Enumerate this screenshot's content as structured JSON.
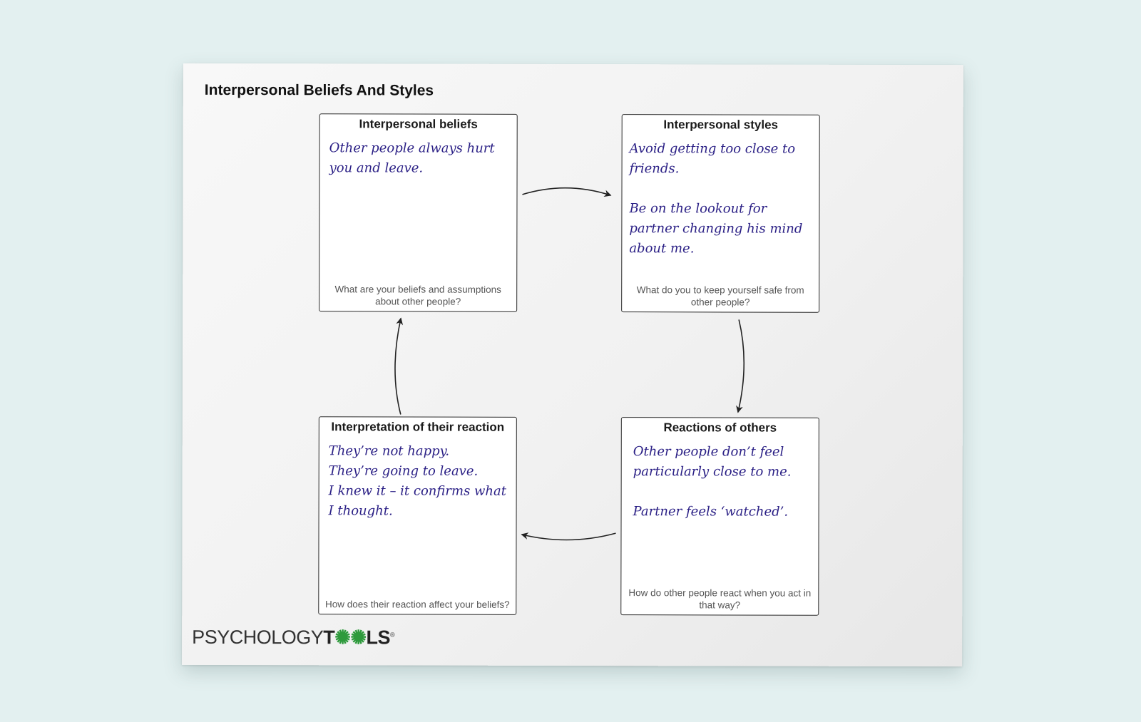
{
  "title": "Interpersonal Beliefs And Styles",
  "boxes": [
    {
      "id": "interpersonal-beliefs",
      "title": "Interpersonal beliefs",
      "text": [
        "Other people always hurt you and leave."
      ],
      "prompt": "What are your beliefs and assumptions about other people?"
    },
    {
      "id": "interpersonal-styles",
      "title": "Interpersonal styles",
      "text": [
        "Avoid getting too close to friends.",
        "Be on the lookout for partner changing his mind about me."
      ],
      "prompt": "What do you to keep yourself safe from other people?"
    },
    {
      "id": "reactions-of-others",
      "title": "Reactions of others",
      "text": [
        "Other people don’t feel particularly close to me.",
        "Partner feels ‘watched’."
      ],
      "prompt": "How do other people react when you act in that way?"
    },
    {
      "id": "interpretation-of-their-reaction",
      "title": "Interpretation of their reaction",
      "text": [
        "They’re not happy.",
        "They’re going to leave.",
        "I knew it – it confirms what I thought."
      ],
      "prompt": "How does their reaction affect your beliefs?"
    }
  ],
  "edges": [
    {
      "from": "interpersonal-beliefs",
      "to": "interpersonal-styles"
    },
    {
      "from": "interpersonal-styles",
      "to": "reactions-of-others"
    },
    {
      "from": "reactions-of-others",
      "to": "interpretation-of-their-reaction"
    },
    {
      "from": "interpretation-of-their-reaction",
      "to": "interpersonal-beliefs"
    }
  ],
  "logo": {
    "light": "PSYCHOLOGY",
    "bold_start": "T",
    "gears": "✺✺",
    "bold_end": "LS",
    "registered": "®"
  },
  "colors": {
    "handwriting": "#2a1f85",
    "logo_green": "#2e9a3c",
    "background": "#e3f0f0"
  }
}
